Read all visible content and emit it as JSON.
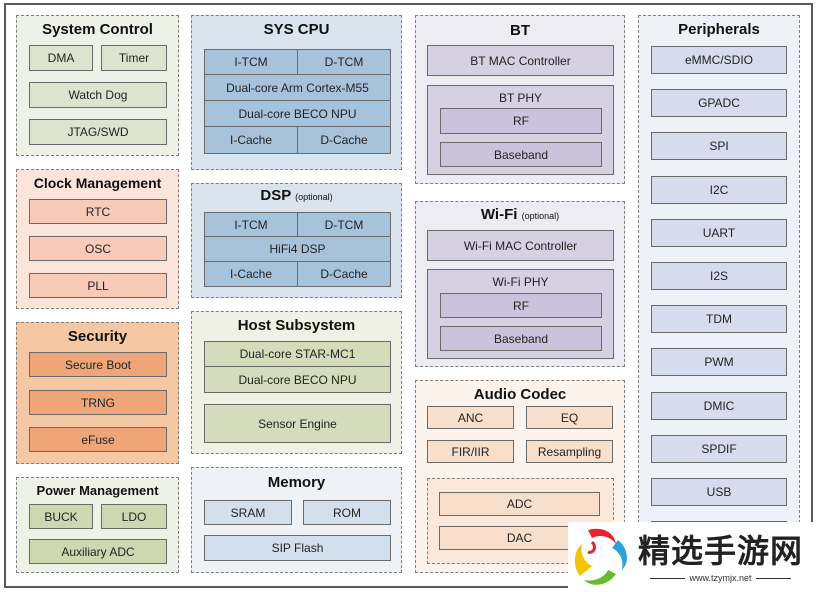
{
  "system_control": {
    "title": "System Control",
    "blocks": [
      "DMA",
      "Timer",
      "Watch Dog",
      "JTAG/SWD"
    ]
  },
  "clock_management": {
    "title": "Clock Management",
    "blocks": [
      "RTC",
      "OSC",
      "PLL"
    ]
  },
  "security": {
    "title": "Security",
    "blocks": [
      "Secure Boot",
      "TRNG",
      "eFuse"
    ]
  },
  "power_management": {
    "title": "Power Management",
    "blocks": [
      "BUCK",
      "LDO",
      "Auxiliary ADC"
    ]
  },
  "sys_cpu": {
    "title": "SYS CPU",
    "blocks": [
      "I-TCM",
      "D-TCM",
      "Dual-core Arm Cortex-M55",
      "Dual-core BECO NPU",
      "I-Cache",
      "D-Cache"
    ]
  },
  "dsp": {
    "title": "DSP",
    "note": "(optional)",
    "blocks": [
      "I-TCM",
      "D-TCM",
      "HiFi4 DSP",
      "I-Cache",
      "D-Cache"
    ]
  },
  "host_subsystem": {
    "title": "Host Subsystem",
    "blocks": [
      "Dual-core STAR-MC1",
      "Dual-core BECO NPU",
      "Sensor Engine"
    ]
  },
  "memory": {
    "title": "Memory",
    "blocks": [
      "SRAM",
      "ROM",
      "SIP Flash"
    ]
  },
  "bt": {
    "title": "BT",
    "mac": "BT MAC Controller",
    "phy": {
      "title": "BT PHY",
      "blocks": [
        "RF",
        "Baseband"
      ]
    }
  },
  "wifi": {
    "title": "Wi-Fi",
    "note": "(optional)",
    "mac": "Wi-Fi MAC Controller",
    "phy": {
      "title": "Wi-Fi PHY",
      "blocks": [
        "RF",
        "Baseband"
      ]
    }
  },
  "audio_codec": {
    "title": "Audio Codec",
    "blocks": [
      "ANC",
      "EQ",
      "FIR/IIR",
      "Resampling"
    ],
    "converters": [
      "ADC",
      "DAC"
    ]
  },
  "peripherals": {
    "title": "Peripherals",
    "blocks": [
      "eMMC/SDIO",
      "GPADC",
      "SPI",
      "I2C",
      "UART",
      "I2S",
      "TDM",
      "PWM",
      "DMIC",
      "SPDIF",
      "USB"
    ]
  },
  "watermark": {
    "text": "精选手游网",
    "url": "www.tzymjx.net"
  }
}
